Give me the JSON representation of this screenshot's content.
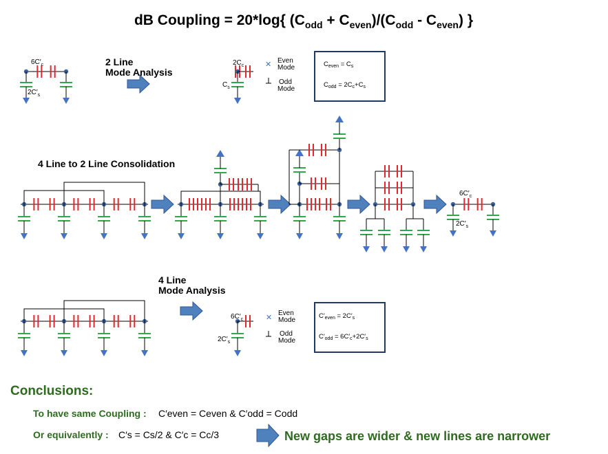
{
  "title": {
    "prefix": "dB Coupling = 20*log{ (C",
    "sub_odd": "odd",
    "plus": " + C",
    "sub_even": "even",
    "div": ")/(C",
    "sub_odd2": "odd",
    "minus": " - C",
    "sub_even2": "even",
    "suffix": ") }"
  },
  "labels": {
    "two_line_mode_1": "2 Line",
    "two_line_mode_2": "Mode Analysis",
    "four_to_two": "4 Line to 2 Line Consolidation",
    "four_line_mode_1": "4 Line",
    "four_line_mode_2": "Mode Analysis",
    "six_cc_prime": "6C′",
    "c_sub": "c",
    "two_cs_prime": "2C′",
    "s_sub": "s",
    "two_cc": "2C",
    "cs": "C",
    "even": "Even",
    "mode": "Mode",
    "odd": "Odd",
    "even_symbol": "✕"
  },
  "box1": {
    "line1_a": "C",
    "line1_sub": "even",
    "line1_b": " = C",
    "line1_sub2": "s",
    "line2_a": "C",
    "line2_sub": "odd",
    "line2_b": " = 2C",
    "line2_sub2": "c",
    "line2_c": "+C",
    "line2_sub3": "s"
  },
  "box2": {
    "line1_a": "C′",
    "line1_sub": "even",
    "line1_b": " = 2C′",
    "line1_sub2": "s",
    "line2_a": "C′",
    "line2_sub": "odd",
    "line2_b": " = 6C′",
    "line2_sub2": "c",
    "line2_c": "+2C′",
    "line2_sub3": "s"
  },
  "conclusions": {
    "heading": "Conclusions:",
    "line1_label": "To have same Coupling :",
    "line1_eq": " C′even = Ceven  &  C′odd = Codd",
    "line2_label": "Or equivalently :",
    "line2_eq": " C′s = Cs/2  &  C′c = Cc/3",
    "result": "New gaps are wider & new lines are narrower"
  },
  "colors": {
    "series_cap": "#e0282e",
    "shunt_cap": "#2ea84a",
    "ground": "#4472c4",
    "wire": "#000000",
    "arrow": "#4f81bd",
    "conclusion_text": "#2e6b1f",
    "box_border": "#1f3864"
  }
}
